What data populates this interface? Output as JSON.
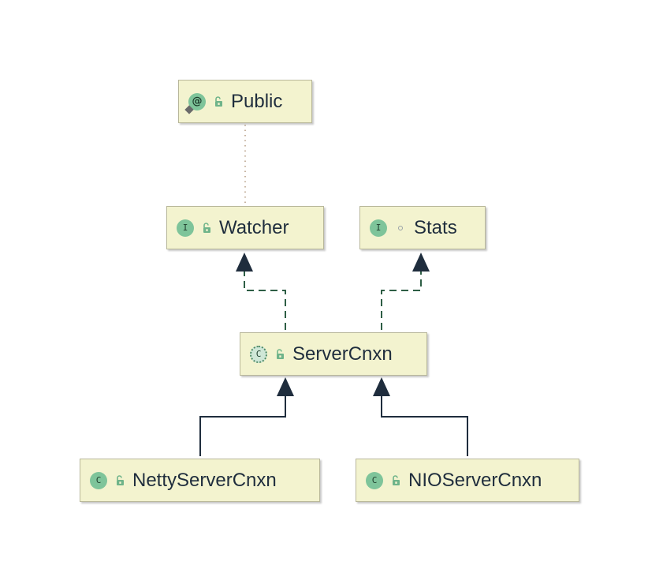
{
  "colors": {
    "node_fill": "#f3f3cf",
    "node_border": "#b8b79a",
    "badge": "#7ec49a",
    "implements_edge": "#2e5e45",
    "extends_edge": "#1f2d3d",
    "annotation_edge": "#a08060"
  },
  "nodes": {
    "public": {
      "label": "Public",
      "kind_icon": "annotation-icon",
      "kind_letter": "@",
      "visibility_icon": "unlocked-icon"
    },
    "watcher": {
      "label": "Watcher",
      "kind_icon": "interface-icon",
      "kind_letter": "I",
      "visibility_icon": "unlocked-icon"
    },
    "stats": {
      "label": "Stats",
      "kind_icon": "interface-icon",
      "kind_letter": "I",
      "visibility_icon": "package-private-icon"
    },
    "servercnxn": {
      "label": "ServerCnxn",
      "kind_icon": "abstract-class-icon",
      "kind_letter": "C",
      "visibility_icon": "unlocked-icon"
    },
    "netty": {
      "label": "NettyServerCnxn",
      "kind_icon": "class-icon",
      "kind_letter": "C",
      "visibility_icon": "unlocked-icon"
    },
    "nio": {
      "label": "NIOServerCnxn",
      "kind_icon": "class-icon",
      "kind_letter": "C",
      "visibility_icon": "unlocked-icon"
    }
  },
  "edges": [
    {
      "from": "Watcher",
      "to": "Public",
      "type": "annotated-by"
    },
    {
      "from": "ServerCnxn",
      "to": "Watcher",
      "type": "implements"
    },
    {
      "from": "ServerCnxn",
      "to": "Stats",
      "type": "implements"
    },
    {
      "from": "NettyServerCnxn",
      "to": "ServerCnxn",
      "type": "extends"
    },
    {
      "from": "NIOServerCnxn",
      "to": "ServerCnxn",
      "type": "extends"
    }
  ]
}
